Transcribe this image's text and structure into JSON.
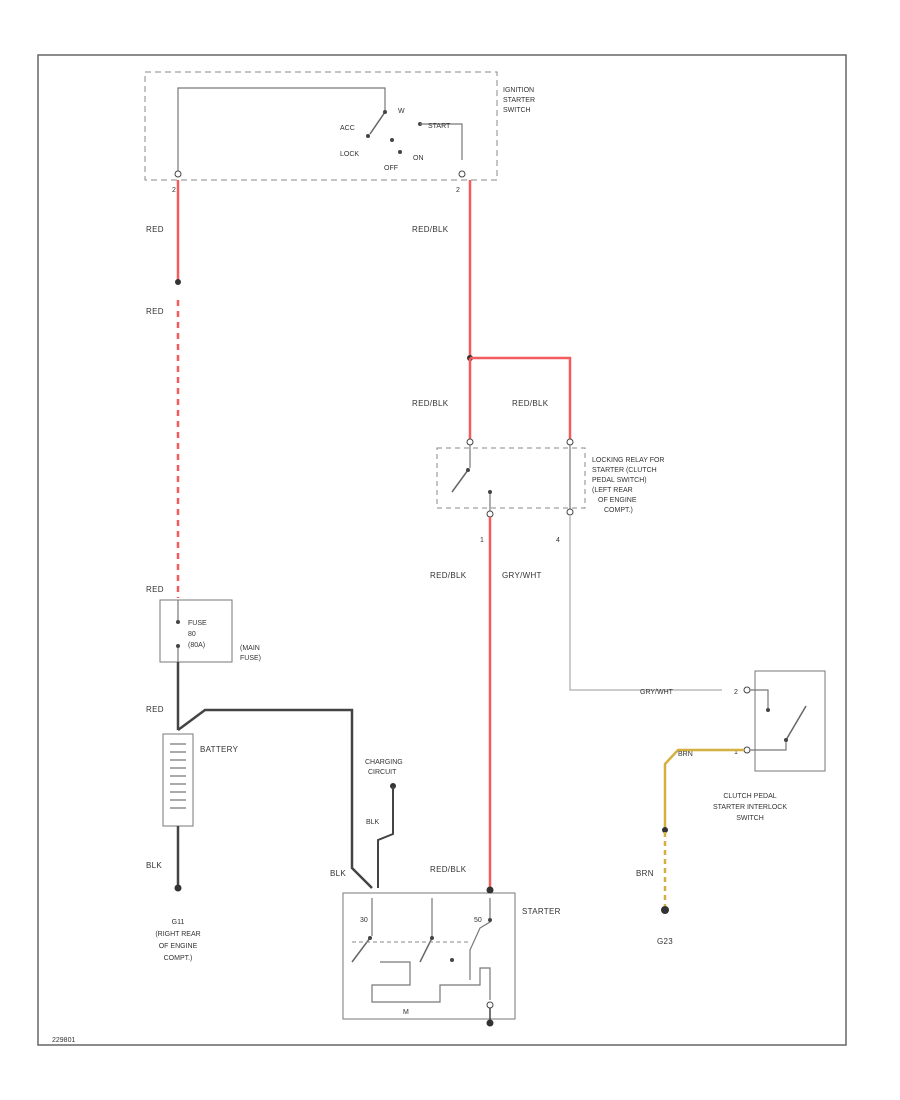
{
  "colors": {
    "red": "#f25c5c",
    "red_blk": "#f25c5c",
    "blk": "#333333",
    "gry_wht": "#bbbbbb",
    "brn": "#d4b040",
    "outline": "#666666"
  },
  "components": {
    "ignition_switch": {
      "title": [
        "IGNITION",
        "STARTER",
        "SWITCH"
      ],
      "positions": {
        "acc": "ACC",
        "lock": "LOCK",
        "off": "OFF",
        "on": "ON",
        "start": "START",
        "w": "W"
      },
      "pin_left": "2",
      "pin_right": "2"
    },
    "fuse": {
      "inner": [
        "FUSE",
        "80",
        "(80A)"
      ],
      "title": [
        "(MAIN",
        "FUSE)"
      ]
    },
    "battery": {
      "title": "BATTERY"
    },
    "charging_circuit": {
      "title": [
        "CHARGING",
        "CIRCUIT"
      ]
    },
    "locking_relay": {
      "title": [
        "LOCKING RELAY FOR",
        "STARTER (CLUTCH",
        "PEDAL SWITCH)",
        "(LEFT REAR",
        "OF ENGINE",
        "COMPT.)"
      ],
      "pin_left": "1",
      "pin_right": "4"
    },
    "clutch_switch": {
      "title": [
        "CLUTCH PEDAL",
        "STARTER INTERLOCK",
        "SWITCH"
      ],
      "pin_top": "2",
      "pin_bottom": "1"
    },
    "starter": {
      "title": "STARTER",
      "pin_30": "30",
      "pin_50": "50",
      "motor": "M"
    },
    "ground_g11": {
      "title": [
        "G11",
        "(RIGHT REAR",
        "OF ENGINE",
        "COMPT.)"
      ]
    },
    "ground_g23": {
      "title": "G23"
    }
  },
  "wires": {
    "red_top": "RED",
    "red_mid": "RED",
    "red_low": "RED",
    "red_blk_top": "RED/BLK",
    "red_blk_left": "RED/BLK",
    "red_blk_right": "RED/BLK",
    "red_blk_down": "RED/BLK",
    "gry_wht_down": "GRY/WHT",
    "gry_wht_switch": "GRY/WHT",
    "brn_switch": "BRN",
    "brn_ground": "BRN",
    "red_battery": "RED",
    "blk_battery": "BLK",
    "blk_charging": "BLK",
    "blk_starter": "BLK",
    "red_blk_starter": "RED/BLK"
  },
  "figure_id": "229801"
}
